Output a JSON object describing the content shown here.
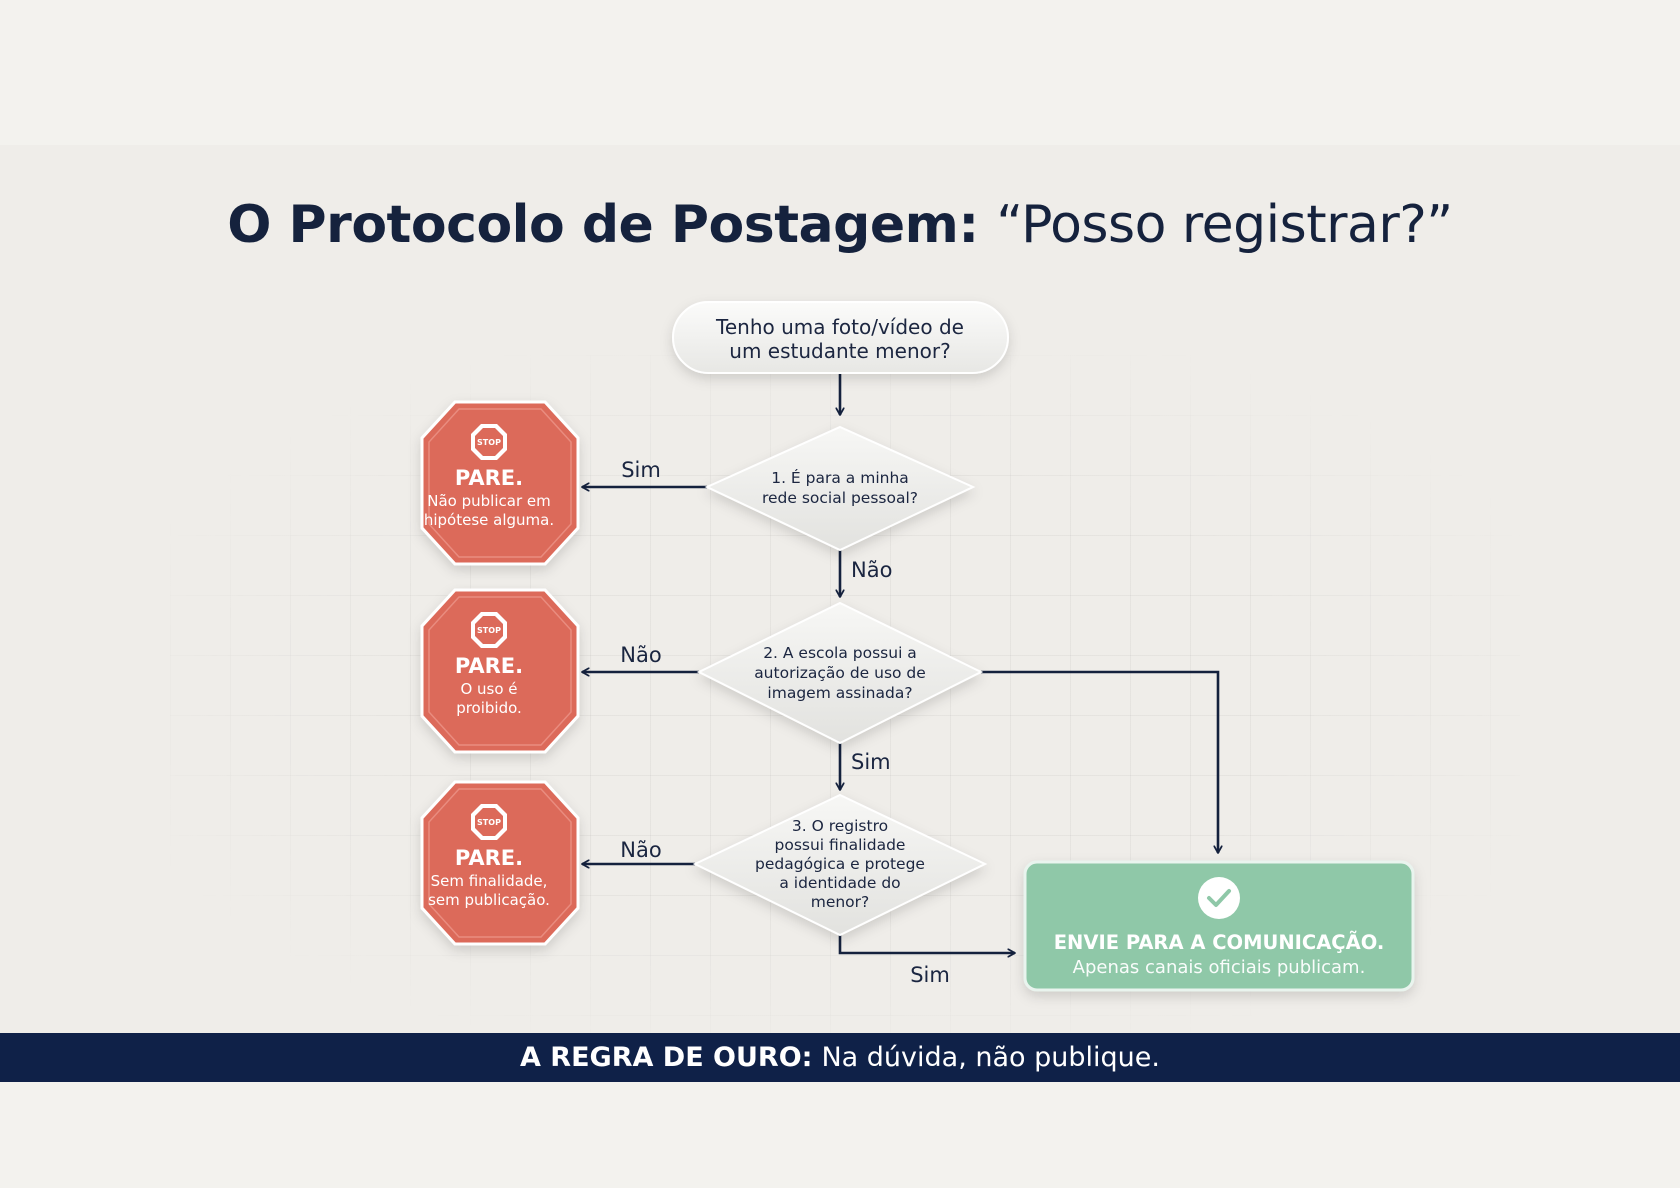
{
  "title": {
    "bold": "O Protocolo de Postagem:",
    "question": "“Posso registrar?”"
  },
  "start": {
    "lines": [
      "Tenho uma foto/vídeo de",
      "um estudante menor?"
    ]
  },
  "decisions": [
    {
      "lines": [
        "1. É para a minha",
        "rede social pessoal?"
      ]
    },
    {
      "lines": [
        "2. A escola possui a",
        "autorização de uso de",
        "imagem assinada?"
      ]
    },
    {
      "lines": [
        "3. O registro",
        "possui finalidade",
        "pedagógica e protege",
        "a identidade do",
        "menor?"
      ]
    }
  ],
  "stops": [
    {
      "icon_label": "STOP",
      "heading": "PARE.",
      "lines": [
        "Não publicar em",
        "hipótese alguma."
      ]
    },
    {
      "icon_label": "STOP",
      "heading": "PARE.",
      "lines": [
        "O uso é",
        "proibido."
      ]
    },
    {
      "icon_label": "STOP",
      "heading": "PARE.",
      "lines": [
        "Sem finalidade,",
        "sem publicação."
      ]
    }
  ],
  "edge_labels": {
    "d1_left": "Sim",
    "d1_down": "Não",
    "d2_left": "Não",
    "d2_down": "Sim",
    "d3_left": "Não",
    "d3_right": "Sim"
  },
  "result": {
    "icon": "check-circle-icon",
    "heading": "ENVIE PARA A COMUNICAÇÃO.",
    "subtext": "Apenas canais oficiais publicam."
  },
  "banner": {
    "bold": "A REGRA DE OURO:",
    "text": "Na dúvida, não publique."
  },
  "colors": {
    "navy": "#15223d",
    "stop_red": "#dc6a5a",
    "result_green": "#8fc8a8",
    "banner_bg": "#0f2148"
  }
}
